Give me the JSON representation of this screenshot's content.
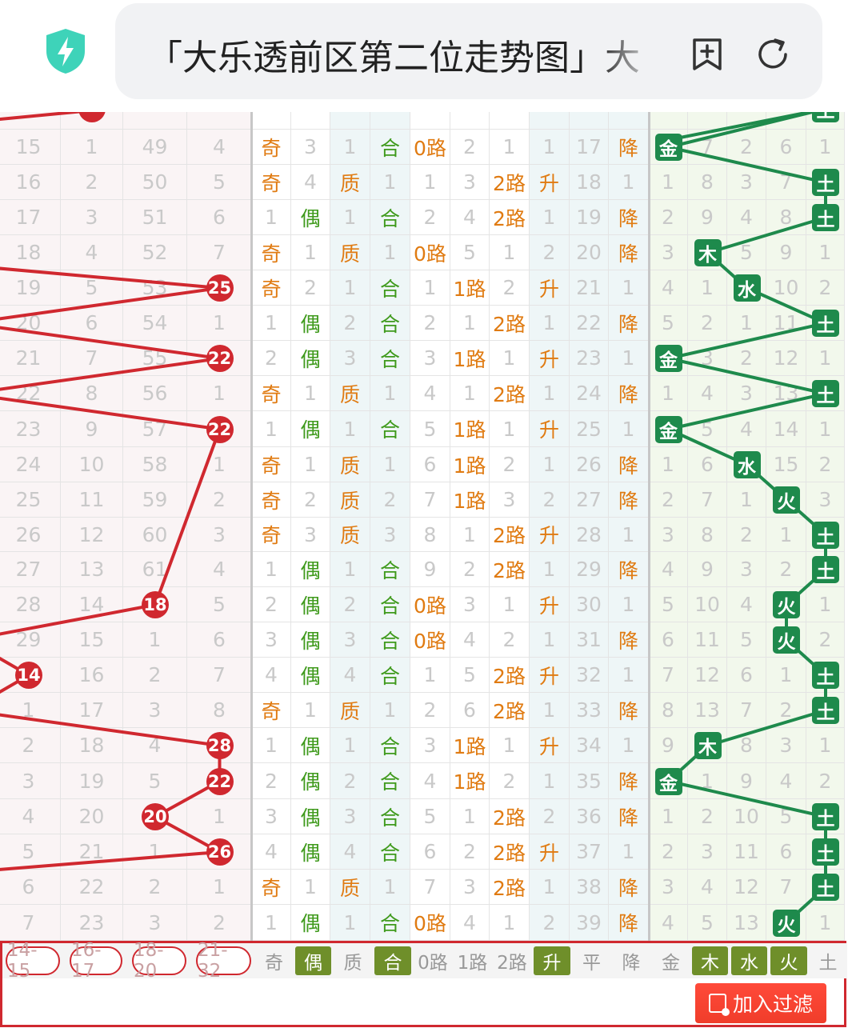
{
  "browser": {
    "url_title": "「大乐透前区第二位走势图」大",
    "icons": [
      "shield-bolt-icon",
      "bookmark-add-icon",
      "refresh-icon"
    ]
  },
  "colors": {
    "ball_red": "#d0282f",
    "element_green": "#1e8a4c",
    "orange_text": "#e07b12",
    "green_text": "#3f9a1c",
    "filter_active": "#6f8f2a"
  },
  "rows": [
    [
      "",
      "",
      "",
      "",
      "",
      "",
      "",
      "",
      "",
      "",
      "",
      "",
      "",
      "",
      "",
      "",
      "",
      "",
      "",
      "",
      ""
    ],
    [
      "15",
      "1",
      "49",
      "4",
      "奇",
      "3",
      "1",
      "合",
      "0路",
      "2",
      "1",
      "1",
      "17",
      "降",
      "金",
      "7",
      "2",
      "6",
      "1"
    ],
    [
      "16",
      "2",
      "50",
      "5",
      "奇",
      "4",
      "质",
      "1",
      "1",
      "3",
      "2路",
      "升",
      "18",
      "1",
      "1",
      "8",
      "3",
      "7",
      "土"
    ],
    [
      "17",
      "3",
      "51",
      "6",
      "1",
      "偶",
      "1",
      "合",
      "2",
      "4",
      "2路",
      "1",
      "19",
      "降",
      "2",
      "9",
      "4",
      "8",
      "土"
    ],
    [
      "18",
      "4",
      "52",
      "7",
      "奇",
      "1",
      "质",
      "1",
      "0路",
      "5",
      "1",
      "2",
      "20",
      "降",
      "3",
      "木",
      "5",
      "9",
      "1"
    ],
    [
      "19",
      "5",
      "53",
      "25",
      "奇",
      "2",
      "1",
      "合",
      "1",
      "1路",
      "2",
      "升",
      "21",
      "1",
      "4",
      "1",
      "水",
      "10",
      "2"
    ],
    [
      "20",
      "6",
      "54",
      "1",
      "1",
      "偶",
      "2",
      "合",
      "2",
      "1",
      "2路",
      "1",
      "22",
      "降",
      "5",
      "2",
      "1",
      "11",
      "土"
    ],
    [
      "21",
      "7",
      "55",
      "22",
      "2",
      "偶",
      "3",
      "合",
      "3",
      "1路",
      "1",
      "升",
      "23",
      "1",
      "金",
      "3",
      "2",
      "12",
      "1"
    ],
    [
      "22",
      "8",
      "56",
      "1",
      "奇",
      "1",
      "质",
      "1",
      "4",
      "1",
      "2路",
      "1",
      "24",
      "降",
      "1",
      "4",
      "3",
      "13",
      "土"
    ],
    [
      "23",
      "9",
      "57",
      "22",
      "1",
      "偶",
      "1",
      "合",
      "5",
      "1路",
      "1",
      "升",
      "25",
      "1",
      "金",
      "5",
      "4",
      "14",
      "1"
    ],
    [
      "24",
      "10",
      "58",
      "1",
      "奇",
      "1",
      "质",
      "1",
      "6",
      "1路",
      "2",
      "1",
      "26",
      "降",
      "1",
      "6",
      "水",
      "15",
      "2"
    ],
    [
      "25",
      "11",
      "59",
      "2",
      "奇",
      "2",
      "质",
      "2",
      "7",
      "1路",
      "3",
      "2",
      "27",
      "降",
      "2",
      "7",
      "1",
      "火",
      "3"
    ],
    [
      "26",
      "12",
      "60",
      "3",
      "奇",
      "3",
      "质",
      "3",
      "8",
      "1",
      "2路",
      "升",
      "28",
      "1",
      "3",
      "8",
      "2",
      "1",
      "土"
    ],
    [
      "27",
      "13",
      "61",
      "4",
      "1",
      "偶",
      "1",
      "合",
      "9",
      "2",
      "2路",
      "1",
      "29",
      "降",
      "4",
      "9",
      "3",
      "2",
      "土"
    ],
    [
      "28",
      "14",
      "18",
      "5",
      "2",
      "偶",
      "2",
      "合",
      "0路",
      "3",
      "1",
      "升",
      "30",
      "1",
      "5",
      "10",
      "4",
      "火",
      "1"
    ],
    [
      "29",
      "15",
      "1",
      "6",
      "3",
      "偶",
      "3",
      "合",
      "0路",
      "4",
      "2",
      "1",
      "31",
      "降",
      "6",
      "11",
      "5",
      "火",
      "2"
    ],
    [
      "14",
      "16",
      "2",
      "7",
      "4",
      "偶",
      "4",
      "合",
      "1",
      "5",
      "2路",
      "升",
      "32",
      "1",
      "7",
      "12",
      "6",
      "1",
      "土"
    ],
    [
      "1",
      "17",
      "3",
      "8",
      "奇",
      "1",
      "质",
      "1",
      "2",
      "6",
      "2路",
      "1",
      "33",
      "降",
      "8",
      "13",
      "7",
      "2",
      "土"
    ],
    [
      "2",
      "18",
      "4",
      "28",
      "1",
      "偶",
      "1",
      "合",
      "3",
      "1路",
      "1",
      "升",
      "34",
      "1",
      "9",
      "木",
      "8",
      "3",
      "1"
    ],
    [
      "3",
      "19",
      "5",
      "22",
      "2",
      "偶",
      "2",
      "合",
      "4",
      "1路",
      "2",
      "1",
      "35",
      "降",
      "金",
      "1",
      "9",
      "4",
      "2"
    ],
    [
      "4",
      "20",
      "20",
      "1",
      "3",
      "偶",
      "3",
      "合",
      "5",
      "1",
      "2路",
      "2",
      "36",
      "降",
      "1",
      "2",
      "10",
      "5",
      "土"
    ],
    [
      "5",
      "21",
      "1",
      "26",
      "4",
      "偶",
      "4",
      "合",
      "6",
      "2",
      "2路",
      "升",
      "37",
      "1",
      "2",
      "3",
      "11",
      "6",
      "土"
    ],
    [
      "6",
      "22",
      "2",
      "1",
      "奇",
      "1",
      "质",
      "1",
      "7",
      "3",
      "2路",
      "1",
      "38",
      "降",
      "3",
      "4",
      "12",
      "7",
      "土"
    ],
    [
      "7",
      "23",
      "3",
      "2",
      "1",
      "偶",
      "1",
      "合",
      "0路",
      "4",
      "1",
      "2",
      "39",
      "降",
      "4",
      "5",
      "13",
      "火",
      "1"
    ]
  ],
  "filter": {
    "items": [
      "14-15",
      "16-17",
      "18-20",
      "21-32",
      "奇",
      "偶",
      "质",
      "合",
      "0路",
      "1路",
      "2路",
      "升",
      "平",
      "降",
      "金",
      "木",
      "水",
      "火",
      "土"
    ],
    "active": [
      false,
      false,
      false,
      false,
      false,
      true,
      false,
      true,
      false,
      false,
      false,
      true,
      false,
      false,
      false,
      true,
      true,
      true,
      false
    ],
    "button_label": "加入过滤"
  }
}
